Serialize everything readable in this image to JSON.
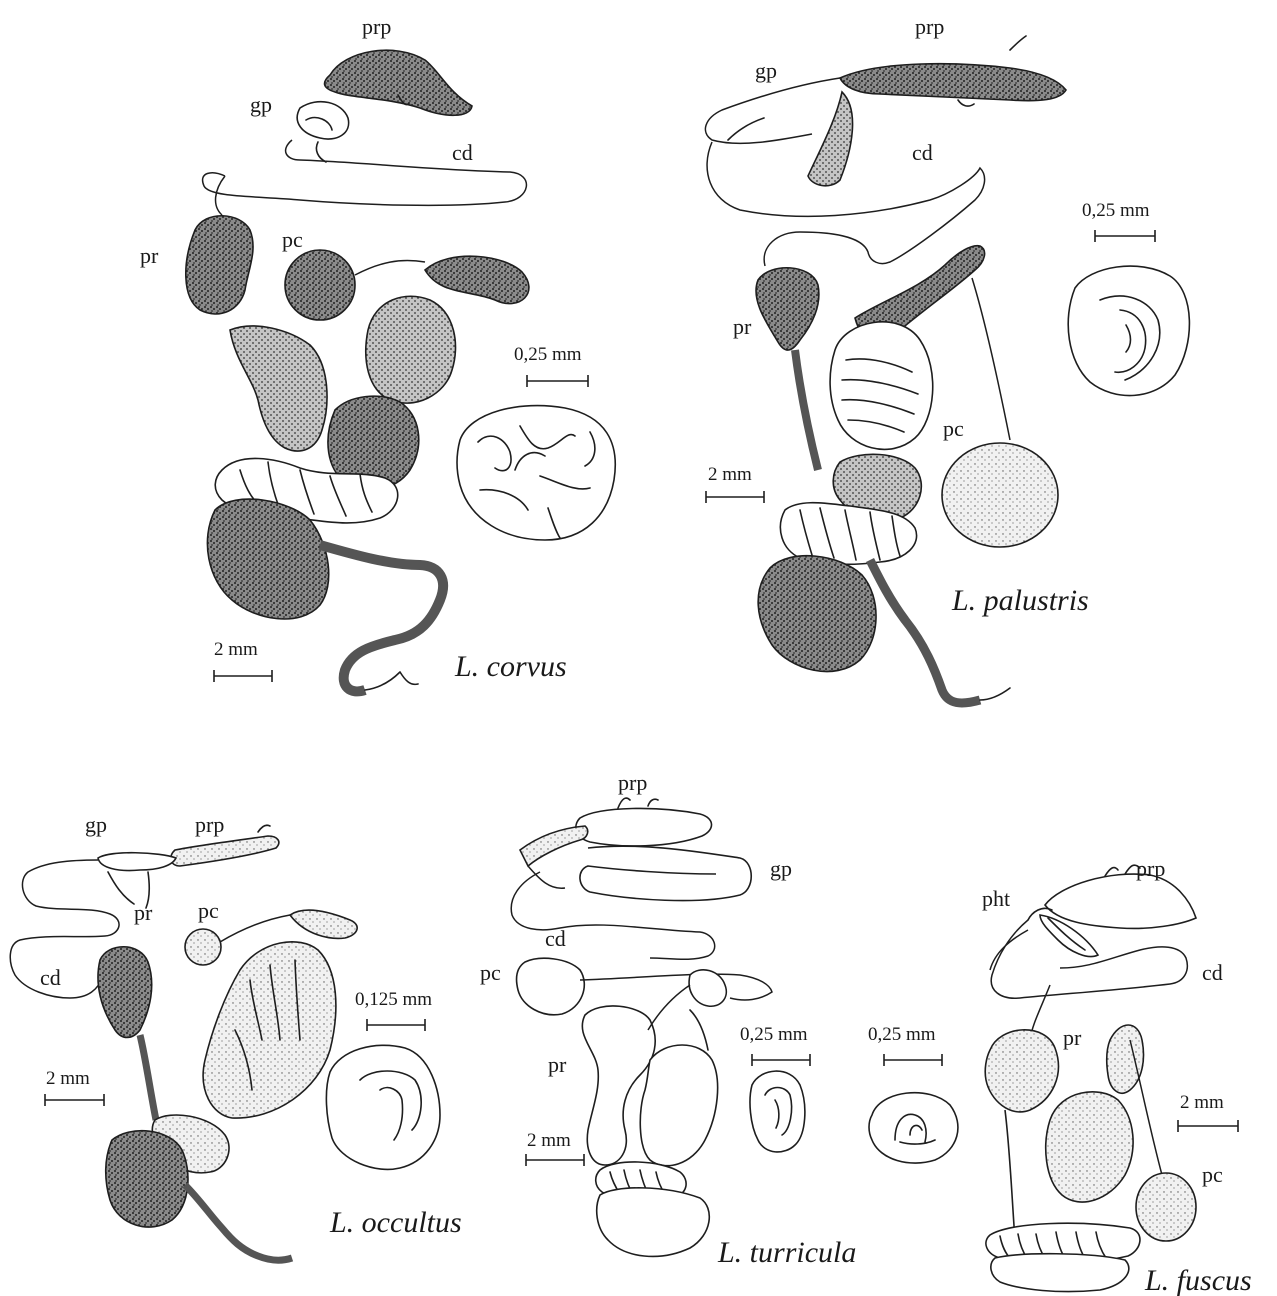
{
  "figure": {
    "panels": [
      {
        "species": "L. corvus",
        "organ_labels": [
          "prp",
          "gp",
          "cd",
          "pr",
          "pc"
        ],
        "scale_whole": "2 mm",
        "scale_section": "0,25 mm"
      },
      {
        "species": "L. palustris",
        "organ_labels": [
          "prp",
          "gp",
          "cd",
          "pr",
          "pc"
        ],
        "scale_whole": "2 mm",
        "scale_section": "0,25 mm"
      },
      {
        "species": "L. occultus",
        "organ_labels": [
          "gp",
          "prp",
          "pr",
          "pc",
          "cd"
        ],
        "scale_whole": "2 mm",
        "scale_section": "0,125 mm"
      },
      {
        "species": "L. turricula",
        "organ_labels": [
          "prp",
          "gp",
          "cd",
          "pc",
          "pr"
        ],
        "scale_whole": "2 mm",
        "scale_section": "0,25 mm"
      },
      {
        "species": "L. fuscus",
        "organ_labels": [
          "prp",
          "pht",
          "cd",
          "pr",
          "pc"
        ],
        "scale_whole": "2 mm",
        "scale_section": "0,25 mm"
      }
    ]
  }
}
